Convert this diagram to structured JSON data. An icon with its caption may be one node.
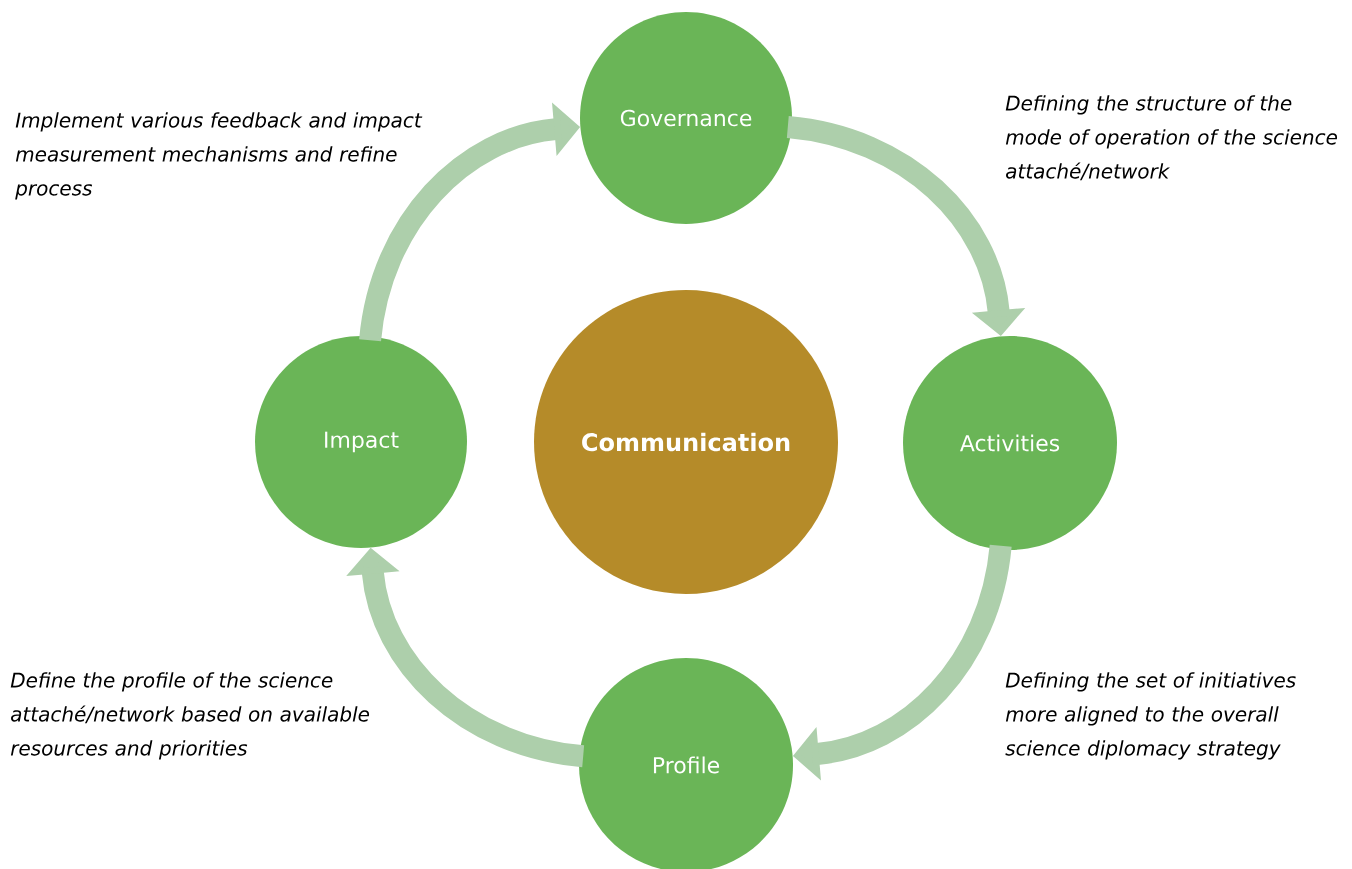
{
  "diagram": {
    "nodes": [
      {
        "text": [
          "Governance"
        ]
      },
      {
        "text": [
          "Activities"
        ]
      },
      {
        "text": [
          "Profile"
        ]
      },
      {
        "text": [
          "Impact"
        ]
      },
      {
        "text": [
          "**Communication**"
        ]
      }
    ],
    "edges": [
      {
        "from": 0,
        "to": 1,
        "arrow": "to"
      },
      {
        "from": 1,
        "to": 2,
        "arrow": "to"
      },
      {
        "from": 2,
        "to": 3,
        "arrow": "to"
      },
      {
        "from": 3,
        "to": 0,
        "arrow": "to"
      }
    ],
    "labels": [
      "Implement various feedback and impact measurement mechanisms and refine process",
      "Defining the structure of the mode of operation of the science attaché/network",
      "Define the profile of the science attaché/network based on available resources and priorities",
      "Defining the set of initiatives more aligned to the overall science diplomacy strategy"
    ]
  }
}
